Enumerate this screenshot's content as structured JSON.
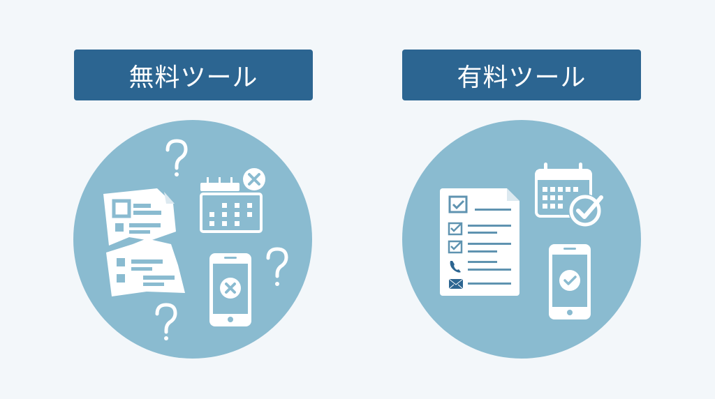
{
  "panels": [
    {
      "id": "free",
      "label": "無料ツール",
      "illustration": [
        "torn-document-icon",
        "calendar-x-icon",
        "smartphone-x-icon",
        "question-mark-icon",
        "question-mark-icon",
        "question-mark-icon"
      ]
    },
    {
      "id": "paid",
      "label": "有料ツール",
      "illustration": [
        "checklist-document-icon",
        "calendar-check-icon",
        "smartphone-check-icon"
      ]
    }
  ],
  "colors": {
    "background": "#f3f7fa",
    "label_bg": "#2c6591",
    "circle_bg": "#8abbd0",
    "icon_fill": "#ffffff",
    "icon_accent": "#5f93b0",
    "icon_dark": "#2c6591"
  }
}
